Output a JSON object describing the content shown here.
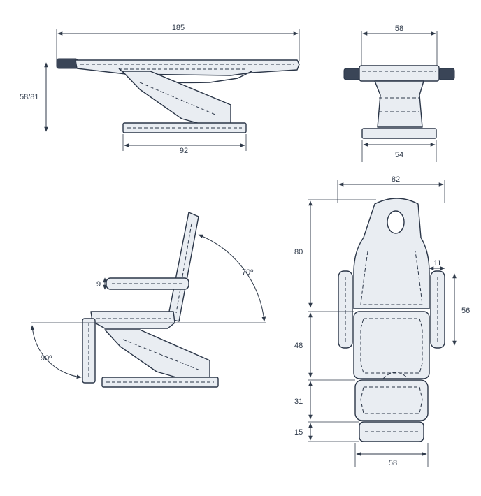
{
  "views": {
    "side_flat": {
      "length": "185",
      "height": "58/81",
      "base": "92"
    },
    "front": {
      "top_width": "58",
      "base_width": "54"
    },
    "side_chair": {
      "armrest": "9",
      "backrest_angle": "70º",
      "legrest_angle": "90º"
    },
    "top": {
      "width": "82",
      "head_section": "80",
      "armrest_width": "11",
      "armrest_length": "56",
      "seat_section": "48",
      "leg_section": "31",
      "foot_section": "15",
      "foot_width": "58"
    }
  }
}
